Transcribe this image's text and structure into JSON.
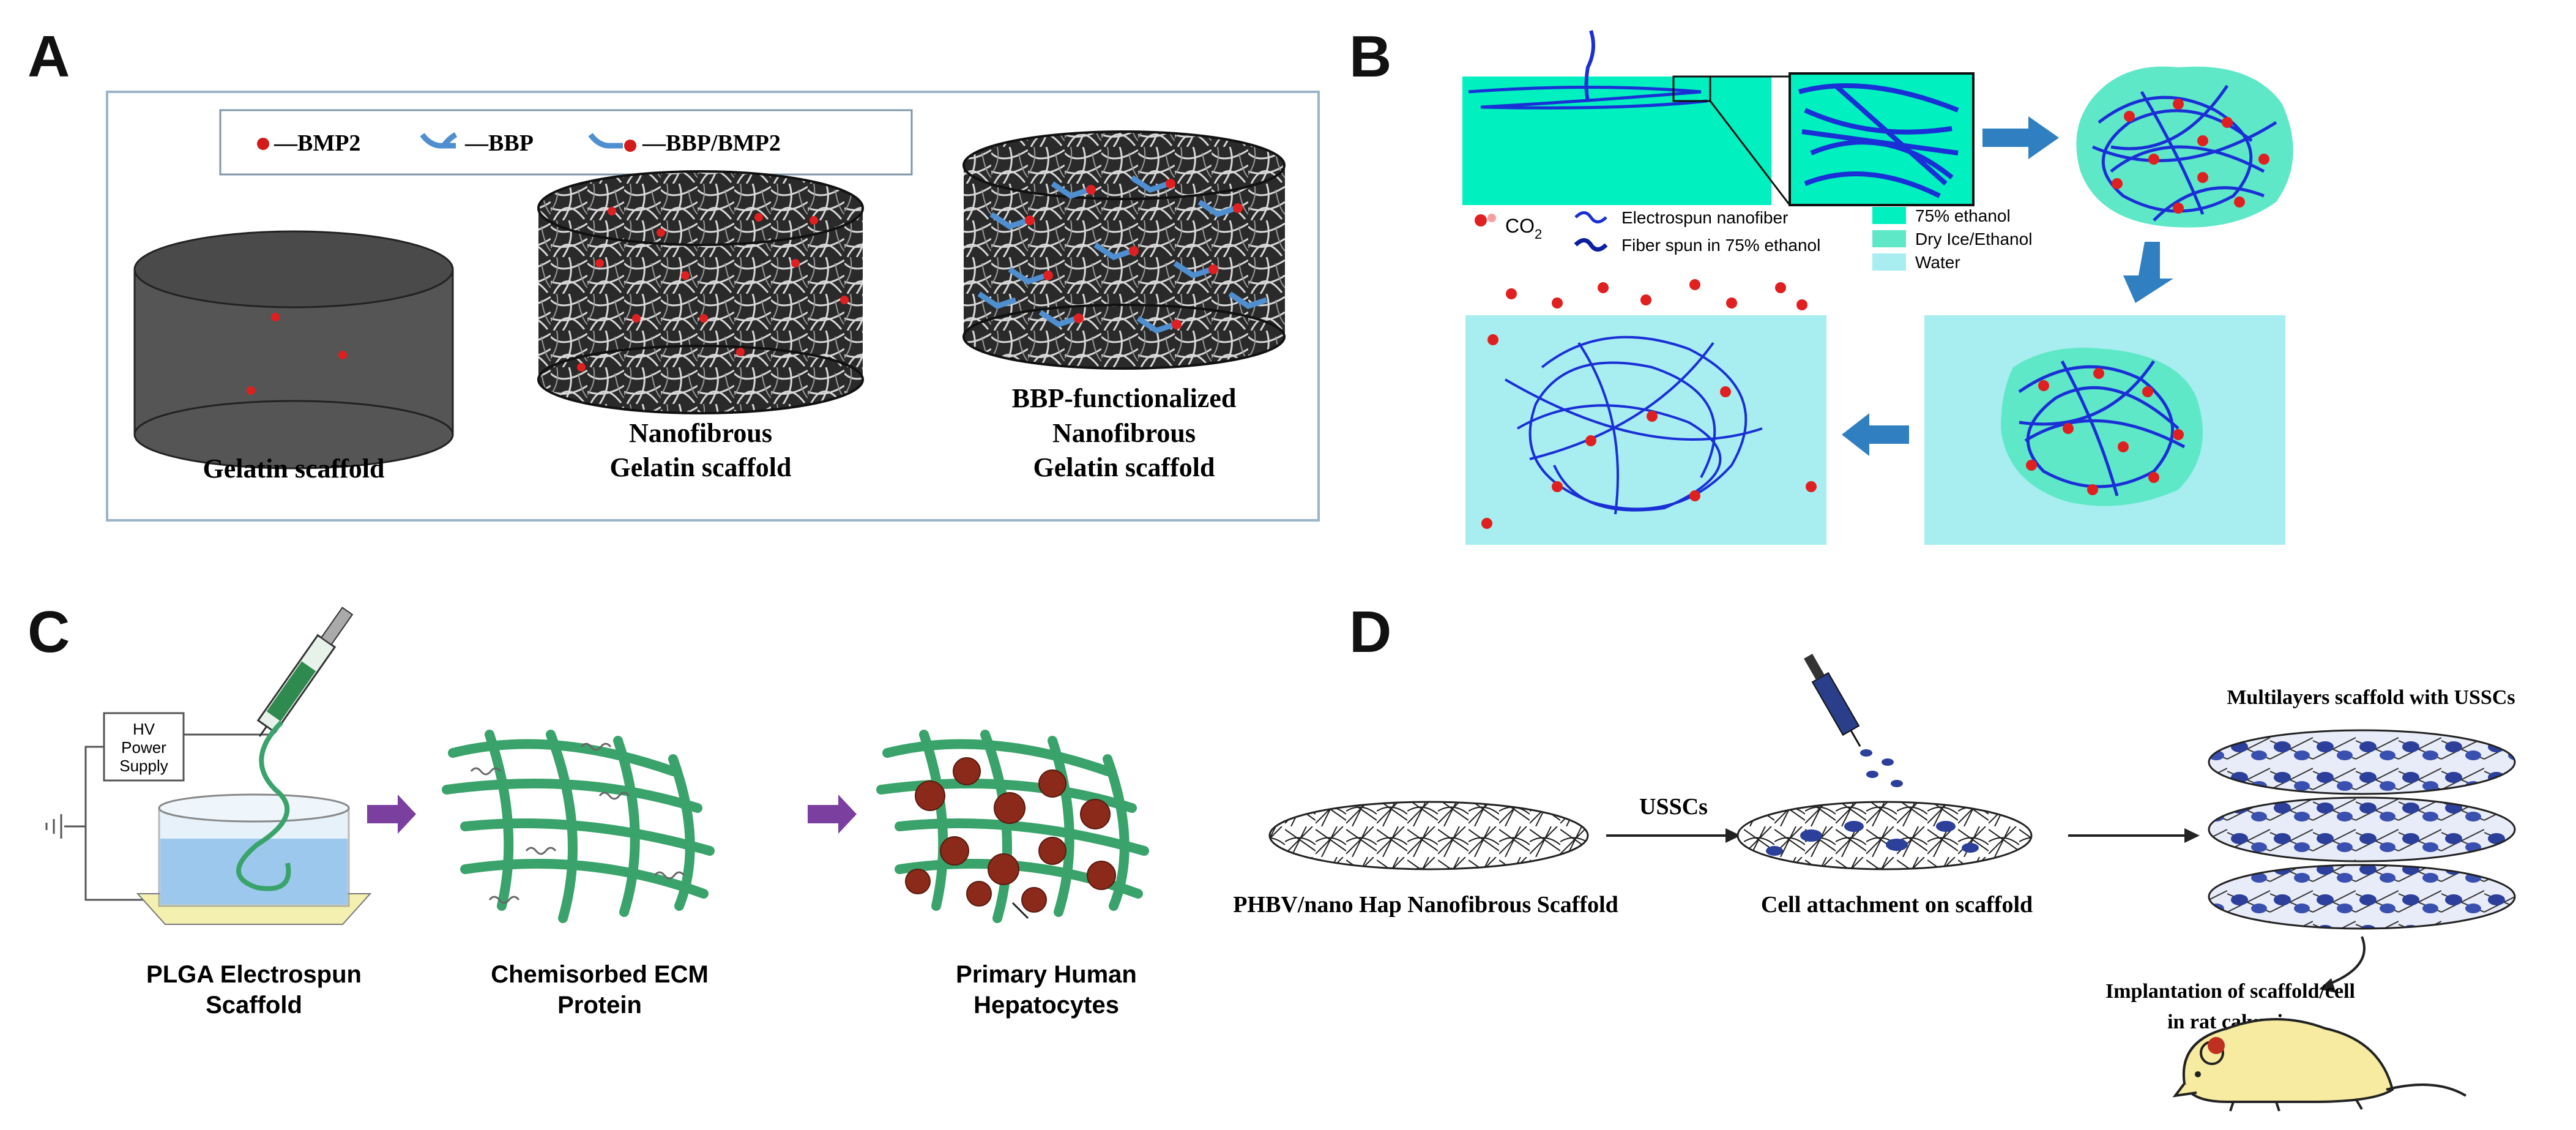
{
  "panels": {
    "a": {
      "letter": "A",
      "legend": {
        "bmp2": "—BMP2",
        "bbp": "—BBP",
        "bbp_bmp2": "—BBP/BMP2"
      },
      "scaffolds": [
        {
          "line1": "Gelatin scaffold",
          "line2": "",
          "line3": ""
        },
        {
          "line1": "Nanofibrous",
          "line2": "Gelatin scaffold",
          "line3": ""
        },
        {
          "line1": "BBP-functionalized",
          "line2": "Nanofibrous",
          "line3": "Gelatin scaffold"
        }
      ]
    },
    "b": {
      "letter": "B",
      "legend": {
        "co2": "CO",
        "co2_sub": "2",
        "electrospun": "Electrospun nanofiber",
        "fiber_spun": "Fiber spun in 75% ethanol",
        "ethanol": "75% ethanol",
        "dry_ice": "Dry Ice/Ethanol",
        "water": "Water"
      },
      "colors": {
        "ethanol": "#00f0c0",
        "dry_ice": "#5fe8c8",
        "water": "#a8eef0",
        "fiber": "#1a2fd6",
        "arrow": "#2f7fc1"
      }
    },
    "c": {
      "letter": "C",
      "power_supply": [
        "HV",
        "Power",
        "Supply"
      ],
      "steps": [
        {
          "line1": "PLGA Electrospun",
          "line2": "Scaffold"
        },
        {
          "line1": "Chemisorbed ECM",
          "line2": "Protein"
        },
        {
          "line1": "Primary Human",
          "line2": "Hepatocytes"
        }
      ],
      "colors": {
        "arrow": "#7b3fa0",
        "fiber": "#3aa36b"
      }
    },
    "d": {
      "letter": "D",
      "ussc_label": "USSCs",
      "scaffold_label": "PHBV/nano Hap Nanofibrous Scaffold",
      "attachment_label": "Cell attachment on scaffold",
      "multilayer_label": "Multilayers scaffold with USSCs",
      "implant_line1": "Implantation of scaffold/cell",
      "implant_line2": "in rat calvaria"
    }
  }
}
